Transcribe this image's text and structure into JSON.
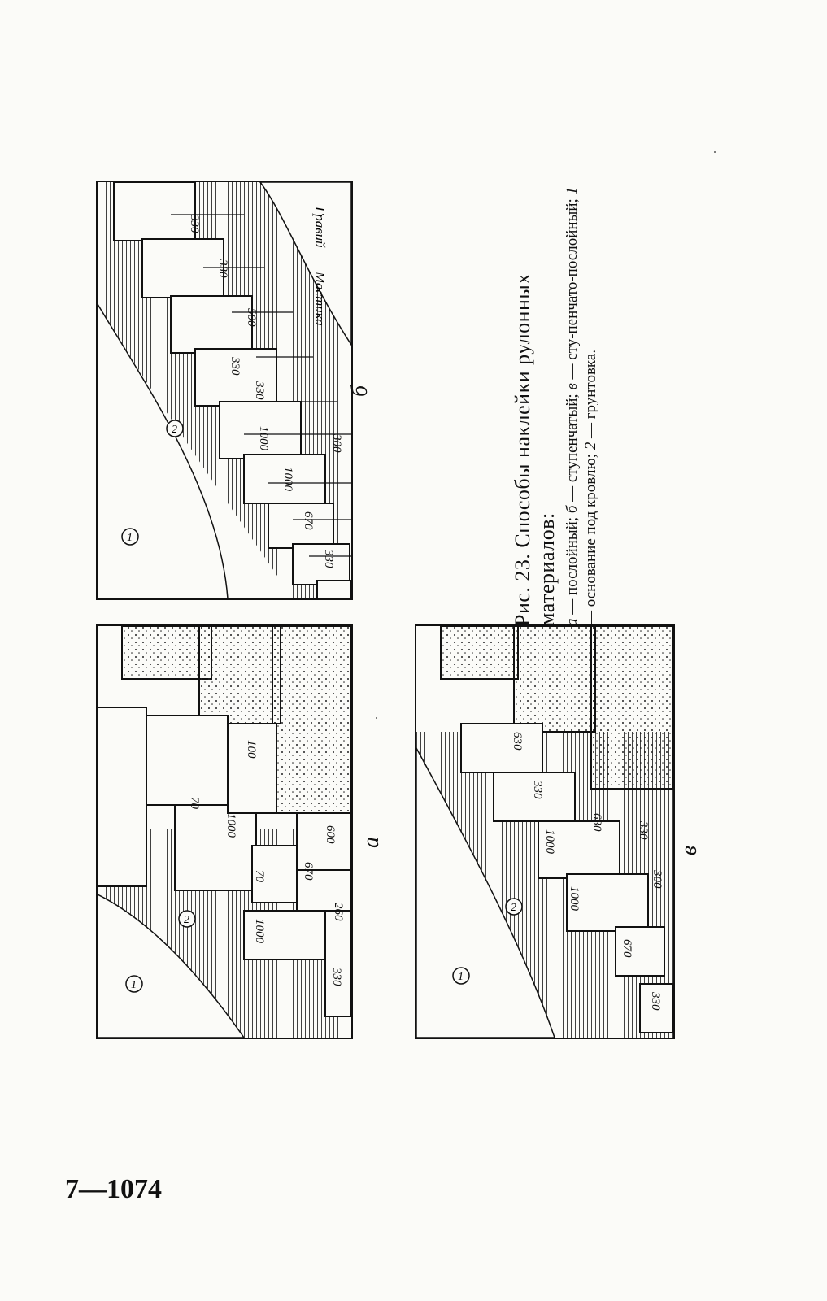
{
  "figure": {
    "caption_title": "Рис. 23. Способы наклейки рулонных материалов:",
    "caption_body_parts": [
      {
        "italic": "а"
      },
      {
        "text": " — послойный; "
      },
      {
        "italic": "б"
      },
      {
        "text": " — ступенчатый; "
      },
      {
        "italic": "в"
      },
      {
        "text": " — сту-пенчато-послойный; "
      },
      {
        "italic": "1"
      },
      {
        "text": " — основание под кровлю; "
      },
      {
        "italic": "2"
      },
      {
        "text": " — грунтовка."
      }
    ],
    "panel_a": {
      "letter": "а",
      "circle_labels": [
        "1",
        "2"
      ],
      "dimensions": [
        "330",
        "260",
        "1000",
        "70",
        "670",
        "600",
        "1000",
        "70",
        "100"
      ]
    },
    "panel_b": {
      "letter": "б",
      "circle_labels": [
        "1",
        "2"
      ],
      "dimensions": [
        "330",
        "670",
        "1000",
        "300",
        "1000",
        "330",
        "330",
        "500",
        "330",
        "330"
      ],
      "labels": [
        "Мастика",
        "Гравий"
      ]
    },
    "panel_v": {
      "letter": "в",
      "circle_labels": [
        "1",
        "2"
      ],
      "dimensions": [
        "330",
        "670",
        "1000",
        "300",
        "1000",
        "330",
        "630",
        "330",
        "630"
      ]
    }
  },
  "footer": {
    "signature": "7—1074"
  }
}
